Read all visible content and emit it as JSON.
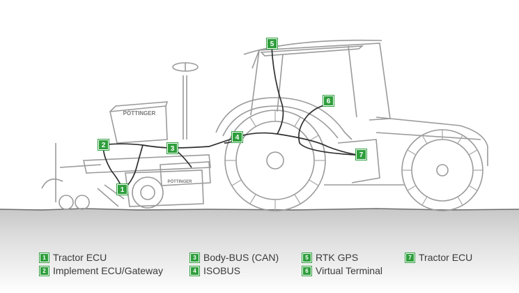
{
  "diagram": {
    "brand_text": "PÖTTINGER",
    "brand_text_small": "PÖTTINGER",
    "markers": [
      {
        "id": "1"
      },
      {
        "id": "2"
      },
      {
        "id": "3"
      },
      {
        "id": "4"
      },
      {
        "id": "5"
      },
      {
        "id": "6"
      },
      {
        "id": "7"
      }
    ]
  },
  "legend": {
    "items": [
      {
        "num": "1",
        "label": "Tractor ECU"
      },
      {
        "num": "2",
        "label": "Implement ECU/Gateway"
      },
      {
        "num": "3",
        "label": "Body-BUS (CAN)"
      },
      {
        "num": "4",
        "label": "ISOBUS"
      },
      {
        "num": "5",
        "label": "RTK GPS"
      },
      {
        "num": "6",
        "label": "Virtual Terminal"
      },
      {
        "num": "7",
        "label": "Tractor ECU"
      }
    ]
  },
  "colors": {
    "accent": "#2e9e3c",
    "sketch": "#9a9a9a",
    "cable": "#333333",
    "ground": "#cfcfcf"
  }
}
